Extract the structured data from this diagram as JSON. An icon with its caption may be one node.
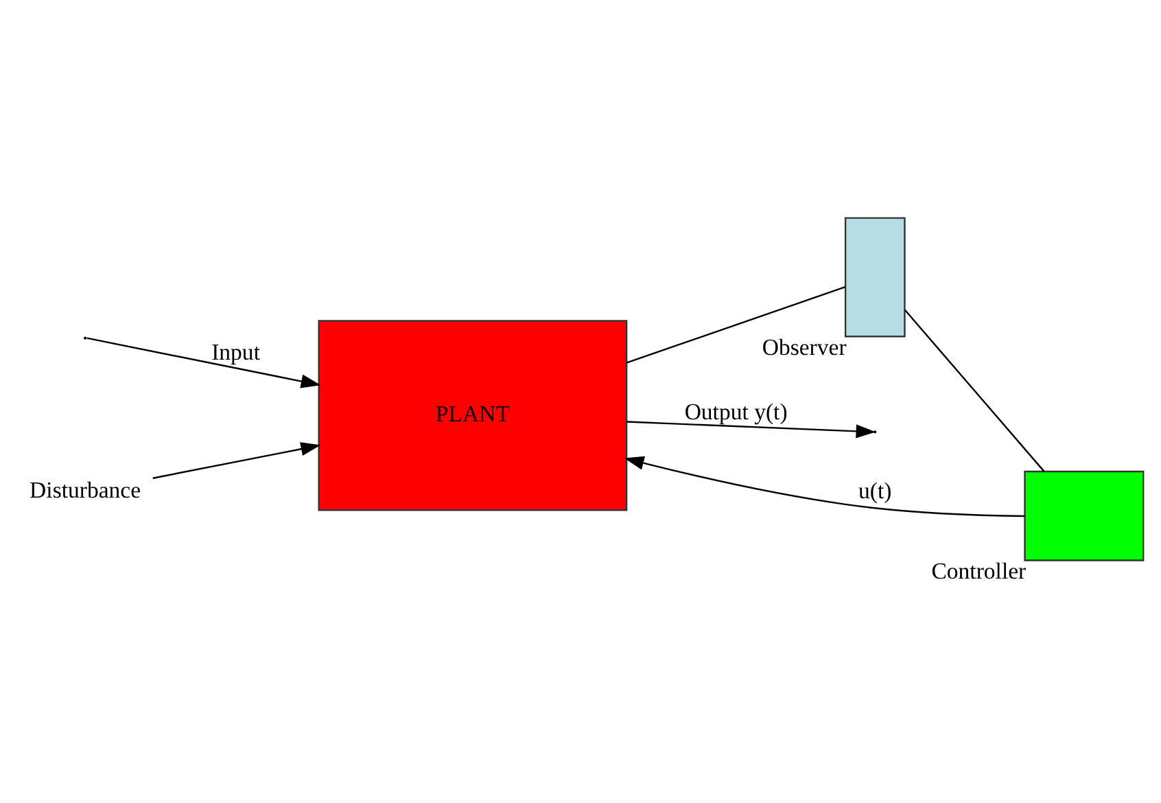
{
  "diagram": {
    "nodes": [
      {
        "text": [
          "Disturbance"
        ]
      },
      {
        "text": [
          "PLANT"
        ]
      },
      {
        "text": [],
        "shape": "box",
        "beside": [
          "Observer"
        ]
      },
      {
        "text": [],
        "shape": "box",
        "beside": [
          "Controller"
        ]
      }
    ],
    "edges": [
      {
        "from": 0,
        "to": 1,
        "arrow": "to"
      },
      {
        "from": 1,
        "to": null,
        "arrow": "to",
        "label": "Output y(t)"
      },
      {
        "from": null,
        "to": 1,
        "arrow": "to",
        "label": "Input"
      },
      {
        "from": 1,
        "to": 2,
        "arrow": "none"
      },
      {
        "from": 2,
        "to": 3,
        "arrow": "none"
      },
      {
        "from": 3,
        "to": 1,
        "arrow": "to",
        "label": "u(t)"
      }
    ]
  }
}
